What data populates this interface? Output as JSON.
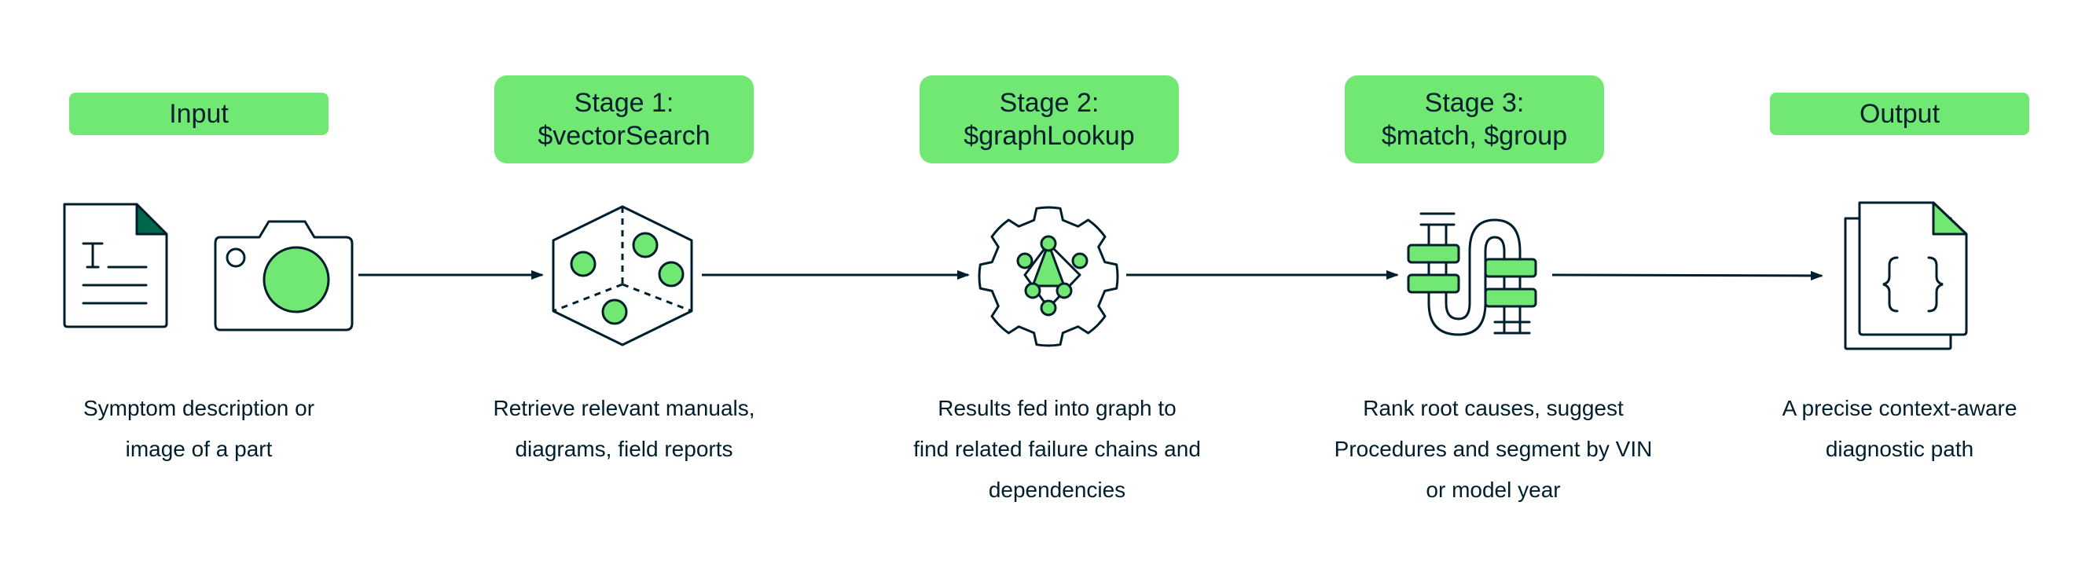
{
  "stages": [
    {
      "id": "input",
      "label_lines": [
        "Input"
      ],
      "description_lines": [
        "Symptom description or",
        "image of a part"
      ],
      "icons": [
        "document-icon",
        "camera-icon"
      ]
    },
    {
      "id": "stage1",
      "label_lines": [
        "Stage 1:",
        "$vectorSearch"
      ],
      "description_lines": [
        "Retrieve relevant manuals,",
        "diagrams, field reports"
      ],
      "icons": [
        "vector-cube-icon"
      ]
    },
    {
      "id": "stage2",
      "label_lines": [
        "Stage 2:",
        "$graphLookup"
      ],
      "description_lines": [
        "Results fed into graph to",
        "find related failure chains and",
        "dependencies"
      ],
      "icons": [
        "graph-gear-icon"
      ]
    },
    {
      "id": "stage3",
      "label_lines": [
        "Stage 3:",
        "$match, $group"
      ],
      "description_lines": [
        "Rank root causes, suggest",
        "Procedures and segment by VIN",
        "or model year"
      ],
      "icons": [
        "pipeline-icon"
      ]
    },
    {
      "id": "output",
      "label_lines": [
        "Output"
      ],
      "description_lines": [
        "A precise context-aware",
        "diagnostic path"
      ],
      "icons": [
        "json-document-icon"
      ]
    }
  ],
  "colors": {
    "accent": "#71e774",
    "accent_dark": "#00684a",
    "ink": "#001e2b",
    "background": "#ffffff"
  }
}
